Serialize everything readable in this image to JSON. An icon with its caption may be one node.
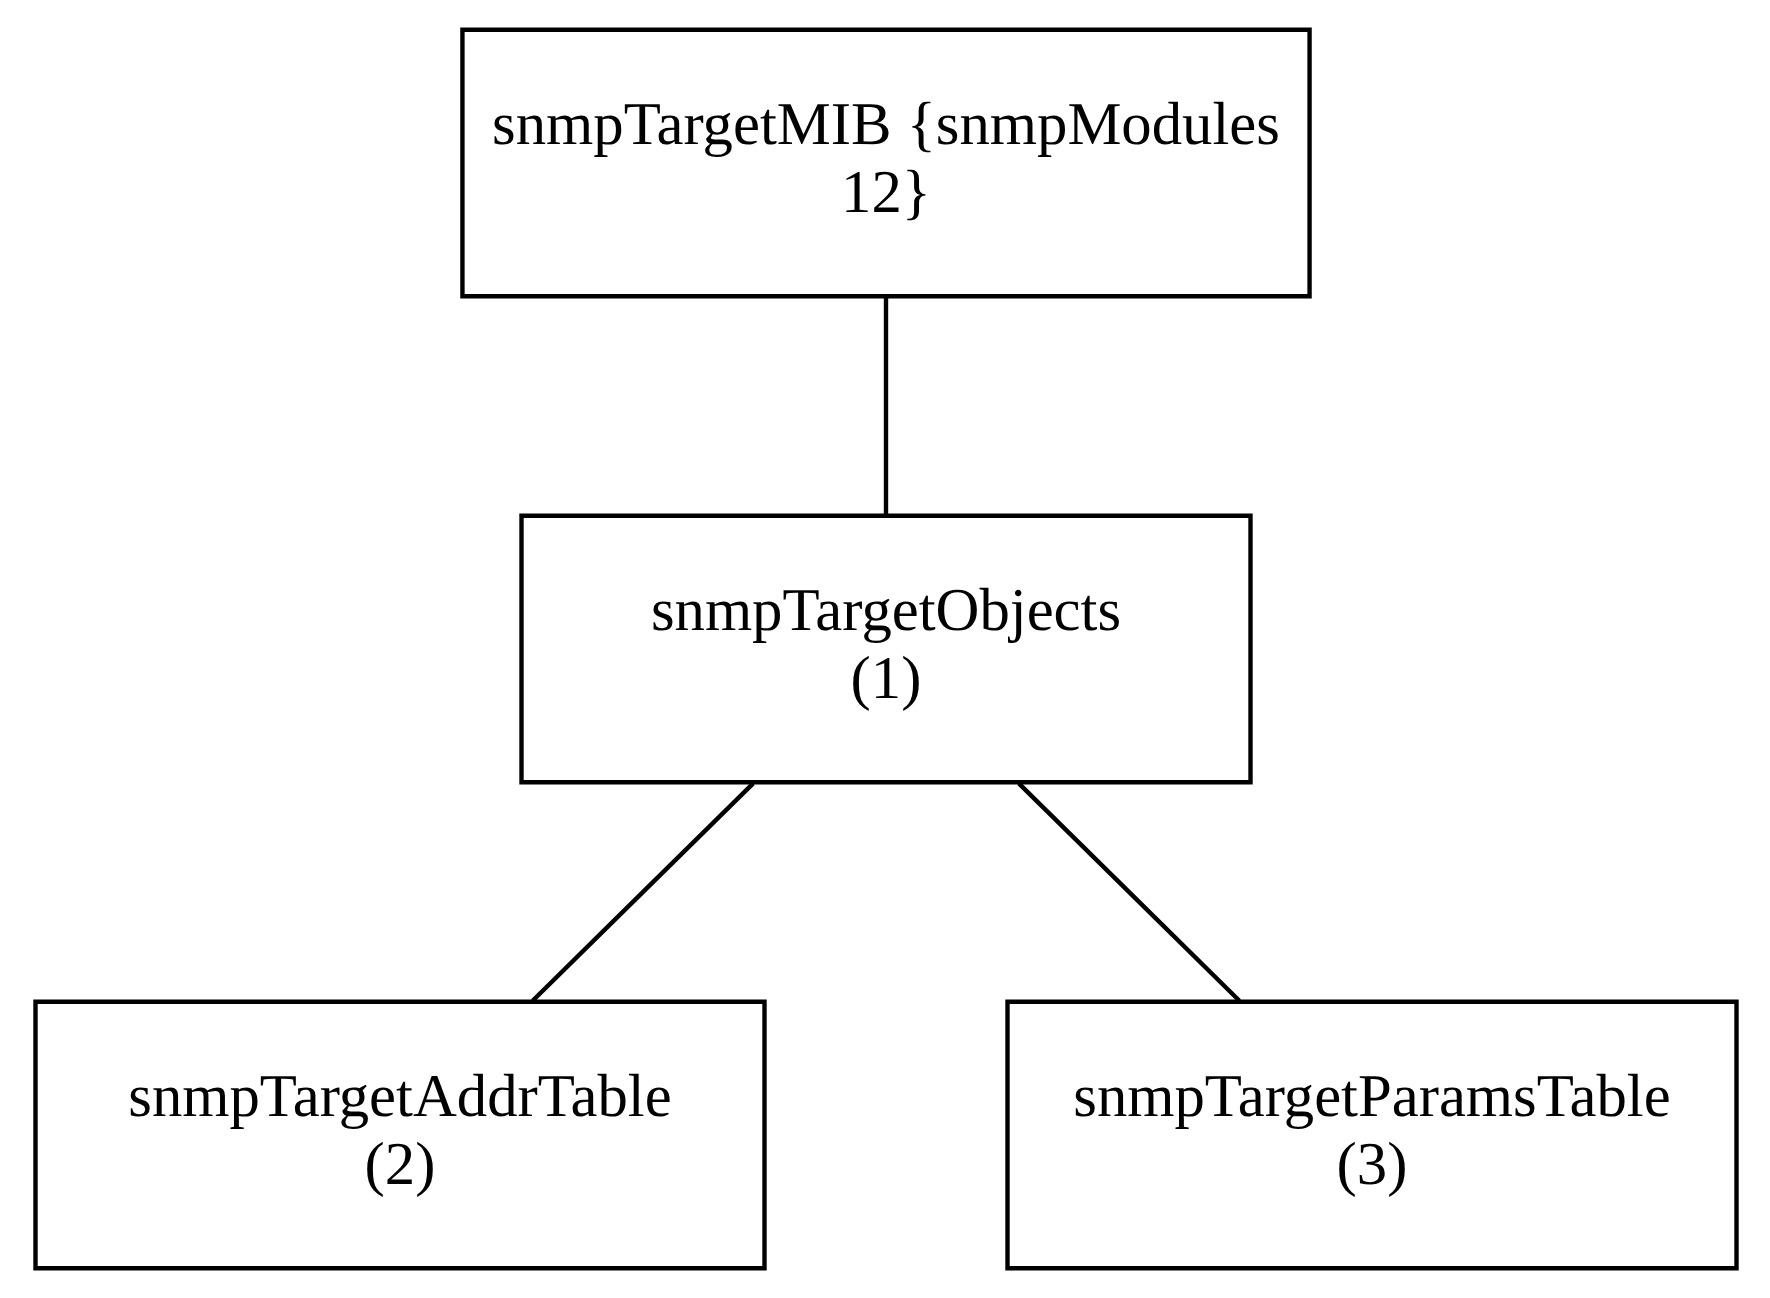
{
  "diagram": {
    "nodes": [
      {
        "text": [
          "snmpTargetMIB {snmpModules 12}"
        ]
      },
      {
        "text": [
          "snmpTargetObjects (1)"
        ]
      },
      {
        "text": [
          "snmpTargetAddrTable (2)"
        ]
      },
      {
        "text": [
          "snmpTargetParamsTable (3)"
        ]
      }
    ],
    "edges": [
      {
        "from": 0,
        "to": 1,
        "arrow": "none"
      },
      {
        "from": 1,
        "to": 2,
        "arrow": "none"
      },
      {
        "from": 1,
        "to": 3,
        "arrow": "none"
      }
    ]
  }
}
